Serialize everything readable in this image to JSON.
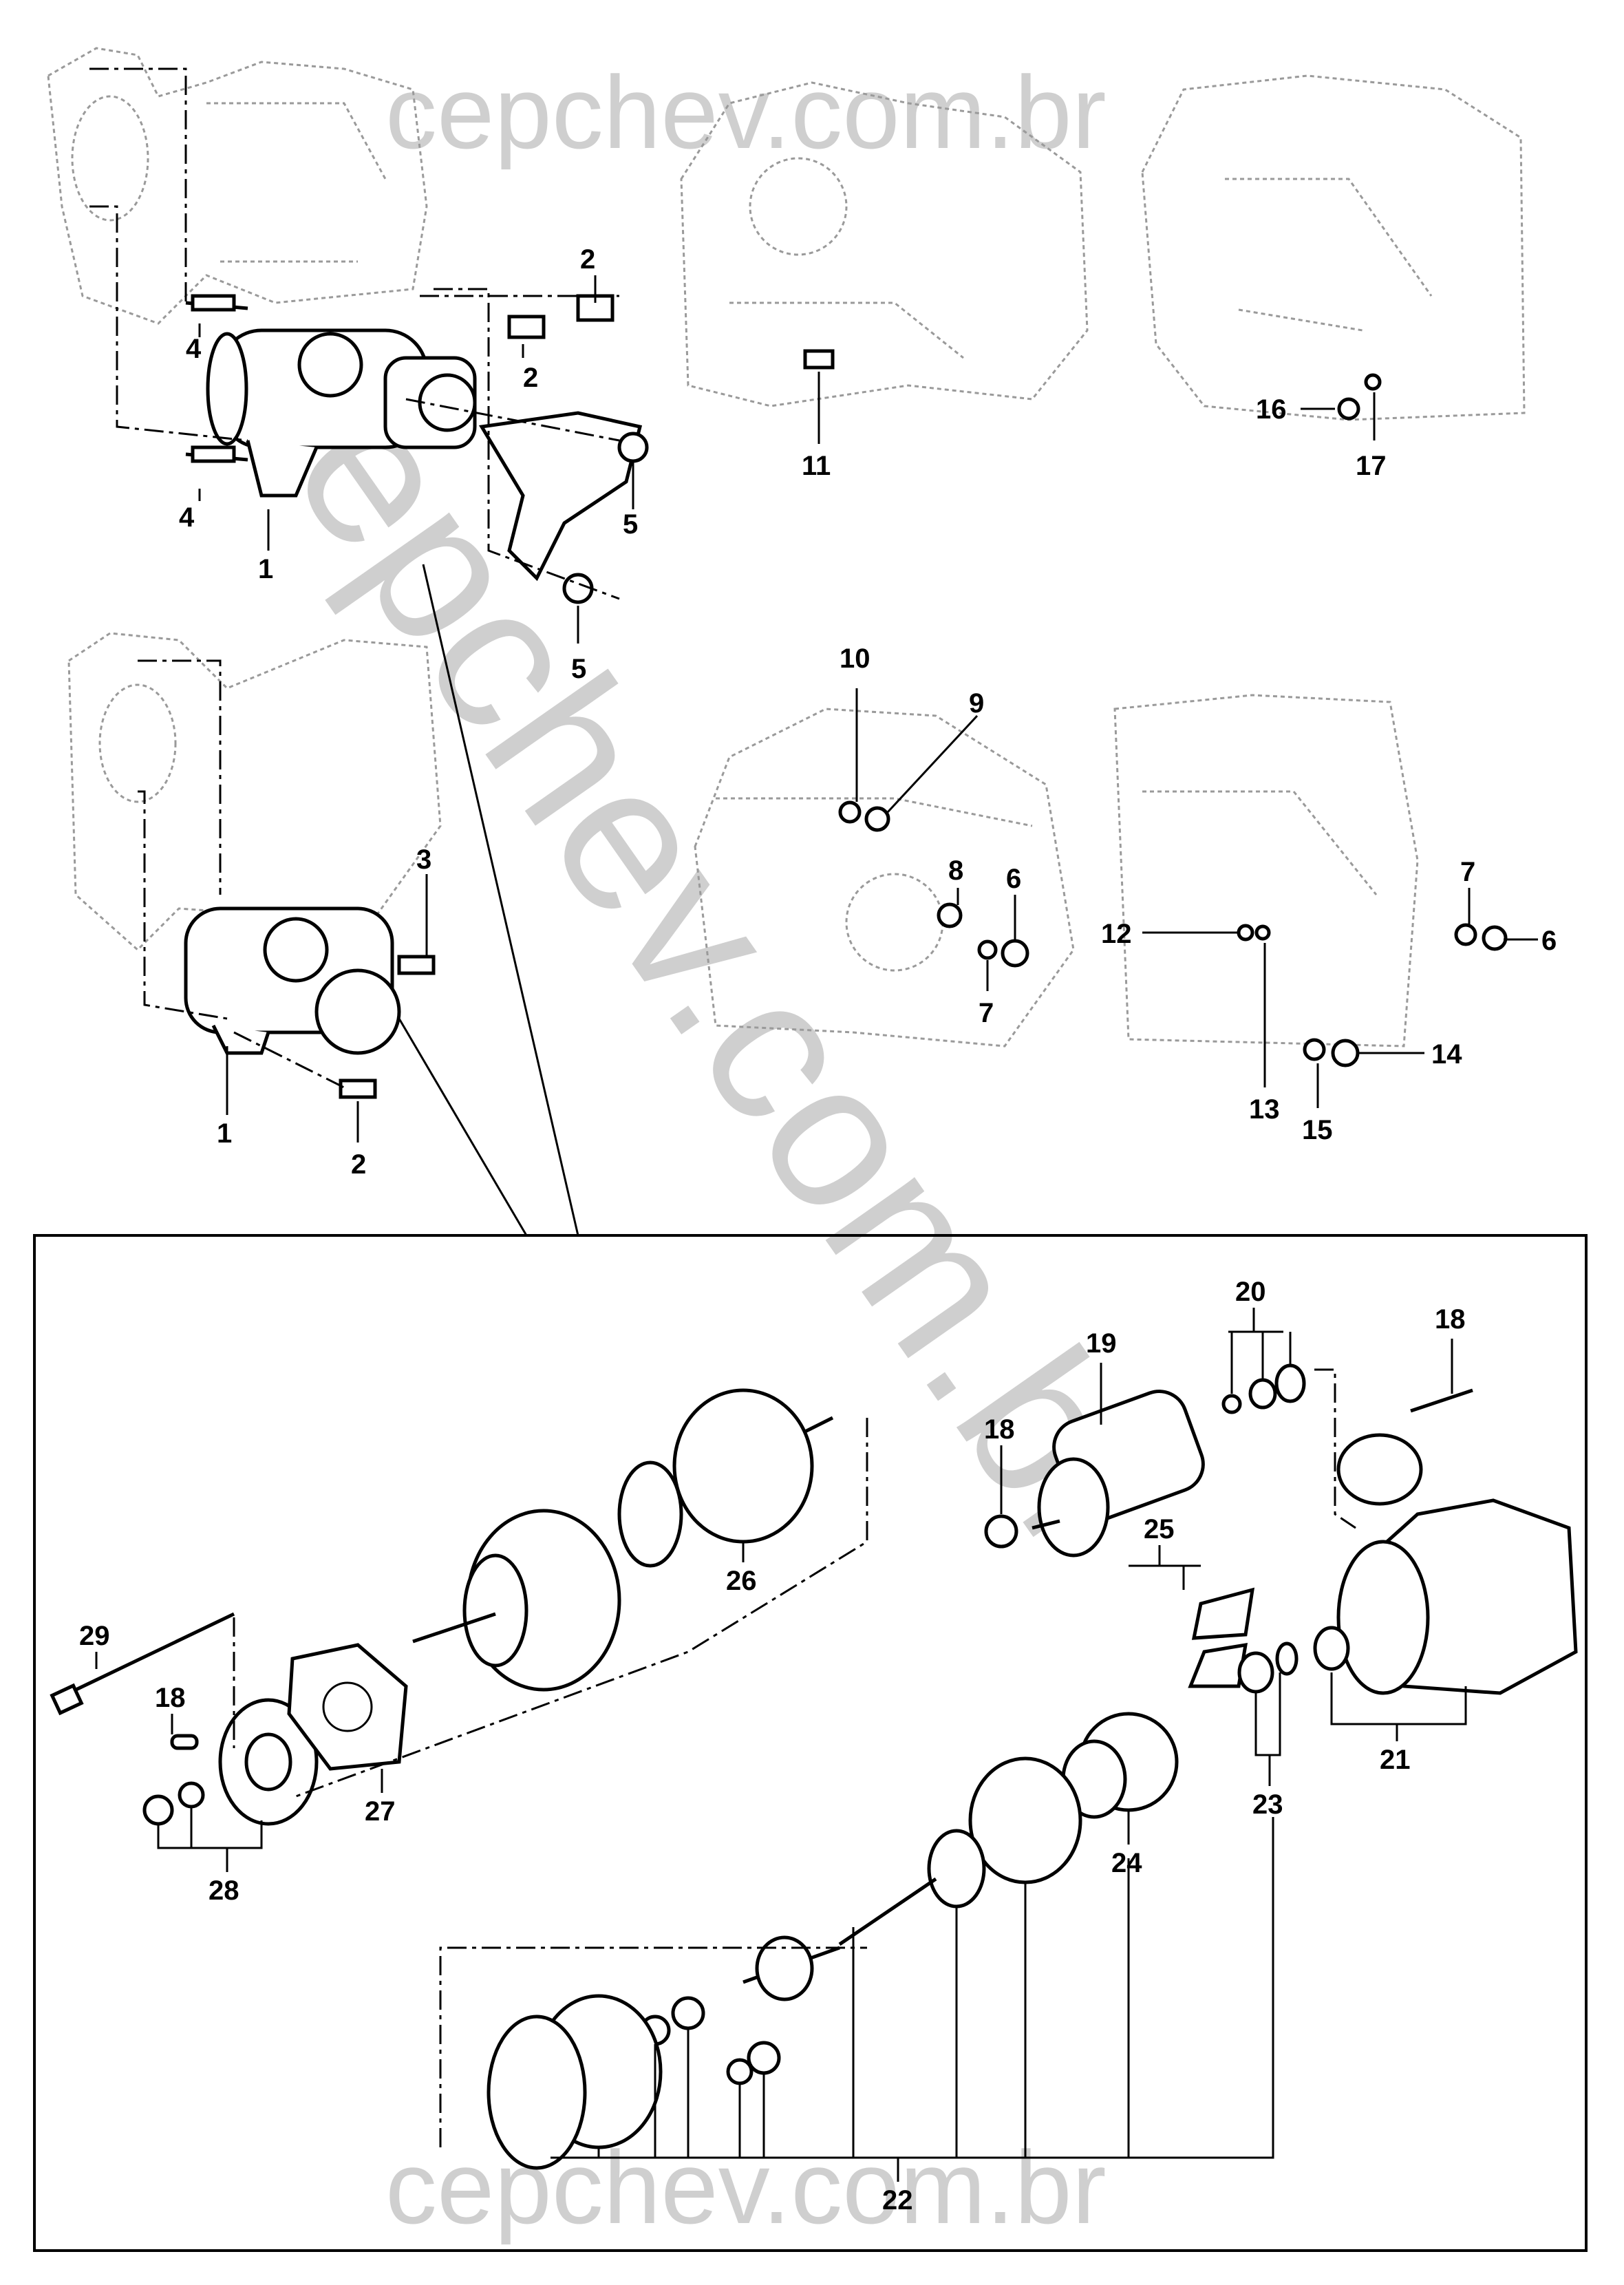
{
  "watermark": {
    "top": "cepchev.com.br",
    "bottom": "cepchev.com.br",
    "diagonal": "cepchev.com.br",
    "color": "#cfcfcf"
  },
  "callouts": {
    "c1a": "1",
    "c1b": "1",
    "c2a": "2",
    "c2b": "2",
    "c2c": "2",
    "c3": "3",
    "c4a": "4",
    "c4b": "4",
    "c5a": "5",
    "c5b": "5",
    "c6a": "6",
    "c6b": "6",
    "c7a": "7",
    "c7b": "7",
    "c8": "8",
    "c9": "9",
    "c10": "10",
    "c11": "11",
    "c12": "12",
    "c13": "13",
    "c14": "14",
    "c15": "15",
    "c16": "16",
    "c17": "17",
    "c18a": "18",
    "c18b": "18",
    "c18c": "18",
    "c19": "19",
    "c20": "20",
    "c21": "21",
    "c22": "22",
    "c23": "23",
    "c24": "24",
    "c25": "25",
    "c26": "26",
    "c27": "27",
    "c28": "28",
    "c29": "29"
  }
}
